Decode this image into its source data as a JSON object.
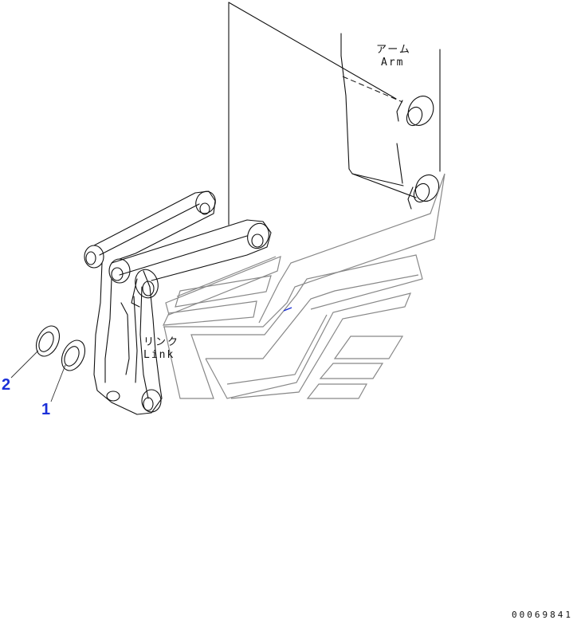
{
  "labels": {
    "arm_jp": "アーム",
    "arm_en": "Arm",
    "link_jp": "リンク",
    "link_en": "Link"
  },
  "callouts": {
    "part_1": "1",
    "part_2": "2"
  },
  "document_number": "00069841",
  "colors": {
    "line": "#111111",
    "callout": "#1a2fd8",
    "watermark": "#888888"
  }
}
